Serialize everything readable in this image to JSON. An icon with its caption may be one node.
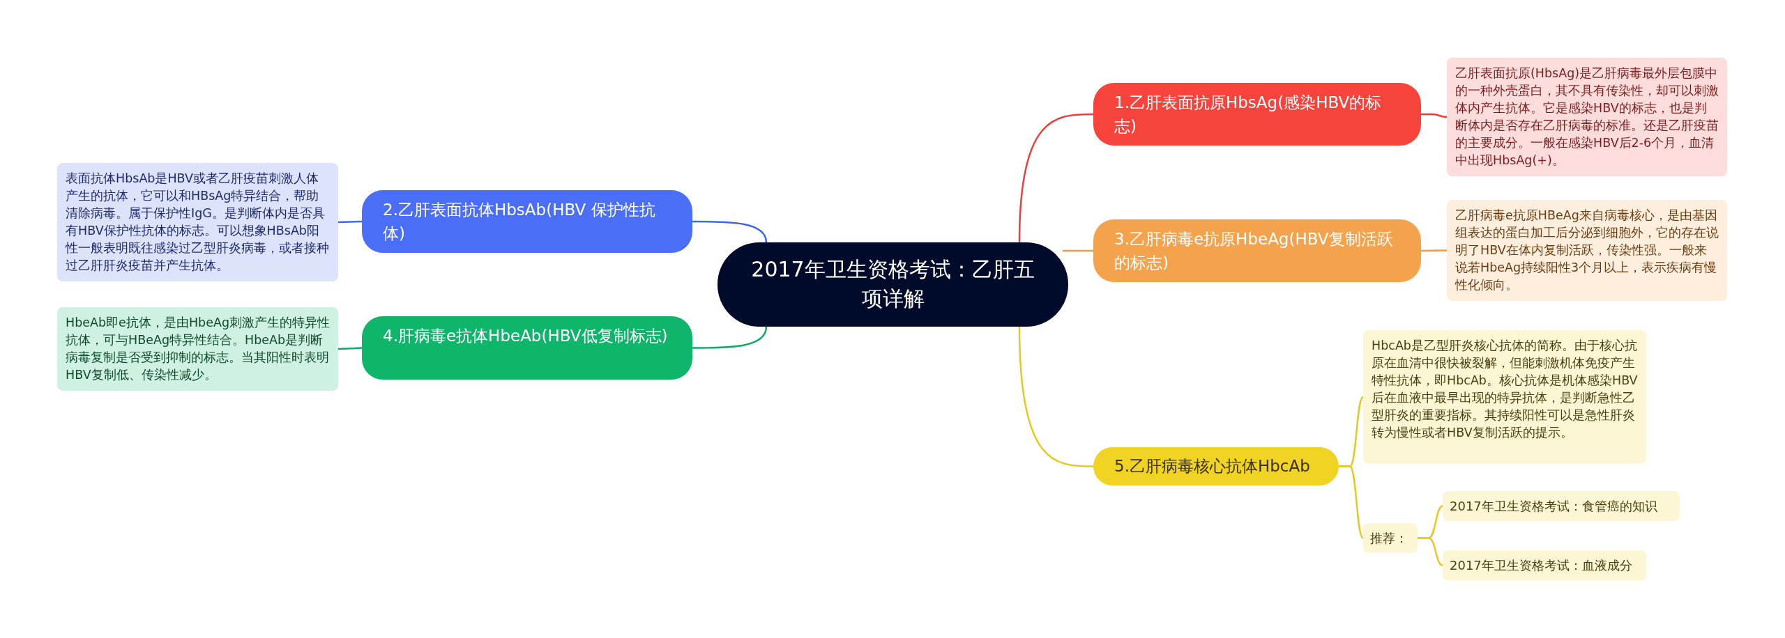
{
  "diagram": {
    "nodes": [
      {
        "text": [
          "2017年卫生资格考试：乙肝五项详解"
        ]
      },
      {
        "text": [
          "1.乙肝表面抗原HbsAg(感染HBV的标志)"
        ]
      },
      {
        "text": [
          "乙肝表面抗原(HbsAg)是乙肝病毒最外层包膜中的一种外壳蛋白，其不具有传染性，却可以刺激体内产生抗体。它是感染HBV的标志，也是判断体内是否存在乙肝病毒的标准。还是乙肝疫苗的主要成分。一般在感染HBV后2-6个月，血清中出现HbsAg(+)。"
        ]
      },
      {
        "text": [
          "3.乙肝病毒e抗原HbeAg(HBV复制活跃的标志)"
        ]
      },
      {
        "text": [
          "乙肝病毒e抗原HBeAg来自病毒核心，是由基因组表达的蛋白加工后分泌到细胞外，它的存在说明了HBV在体内复制活跃，传染性强。一般来说若HbeAg持续阳性3个月以上，表示疾病有慢性化倾向。"
        ]
      },
      {
        "text": [
          "2.乙肝表面抗体HbsAb(HBV 保护性抗体)"
        ]
      },
      {
        "text": [
          "表面抗体HbsAb是HBV或者乙肝疫苗刺激人体产生的抗体，它可以和HBsAg特异结合，帮助清除病毒。属于保护性IgG。是判断体内是否具有HBV保护性抗体的标志。可以想象HBsAb阳性一般表明既往感染过乙型肝炎病毒，或者接种过乙肝肝炎疫苗并产生抗体。"
        ]
      },
      {
        "text": [
          "4.肝病毒e抗体HbeAb(HBV低复制标志)"
        ]
      },
      {
        "text": [
          "HbeAb即e抗体，是由HbeAg刺激产生的特异性抗体，可与HBeAg特异性结合。HbeAb是判断病毒复制是否受到抑制的标志。当其阳性时表明HBV复制低、传染性减少。"
        ]
      },
      {
        "text": [
          "5.乙肝病毒核心抗体HbcAb"
        ]
      },
      {
        "text": [
          "HbcAb是乙型肝炎核心抗体的简称。由于核心抗原在血清中很快被裂解，但能刺激机体免疫产生特性抗体，即HbcAb。核心抗体是机体感染HBV后在血液中最早出现的特异抗体，是判断急性乙型肝炎的重要指标。其持续阳性可以是急性肝炎转为慢性或者HBV复制活跃的提示。"
        ]
      },
      {
        "text": [
          "推荐："
        ]
      },
      {
        "text": [
          "2017年卫生资格考试：食管癌的知识"
        ]
      },
      {
        "text": [
          "2017年卫生资格考试：血液成分"
        ]
      }
    ],
    "edges": [
      {
        "from": 0,
        "to": 1,
        "arrow": "none",
        "color": "#e8403a"
      },
      {
        "from": 1,
        "to": 2,
        "arrow": "none",
        "color": "#e8403a"
      },
      {
        "from": 0,
        "to": 3,
        "arrow": "none",
        "color": "#f39a45"
      },
      {
        "from": 3,
        "to": 4,
        "arrow": "none",
        "color": "#f39a45"
      },
      {
        "from": 0,
        "to": 5,
        "arrow": "none",
        "color": "#4466e8"
      },
      {
        "from": 5,
        "to": 6,
        "arrow": "none",
        "color": "#4466e8"
      },
      {
        "from": 0,
        "to": 7,
        "arrow": "none",
        "color": "#12a866"
      },
      {
        "from": 7,
        "to": 8,
        "arrow": "none",
        "color": "#12a866"
      },
      {
        "from": 0,
        "to": 9,
        "arrow": "none",
        "color": "#e8c81e"
      },
      {
        "from": 9,
        "to": 10,
        "arrow": "none",
        "color": "#e8c81e"
      },
      {
        "from": 9,
        "to": 11,
        "arrow": "none",
        "color": "#e8c81e"
      },
      {
        "from": 11,
        "to": 12,
        "arrow": "none",
        "color": "#e8c81e"
      },
      {
        "from": 11,
        "to": 13,
        "arrow": "none",
        "color": "#e8c81e"
      }
    ]
  }
}
